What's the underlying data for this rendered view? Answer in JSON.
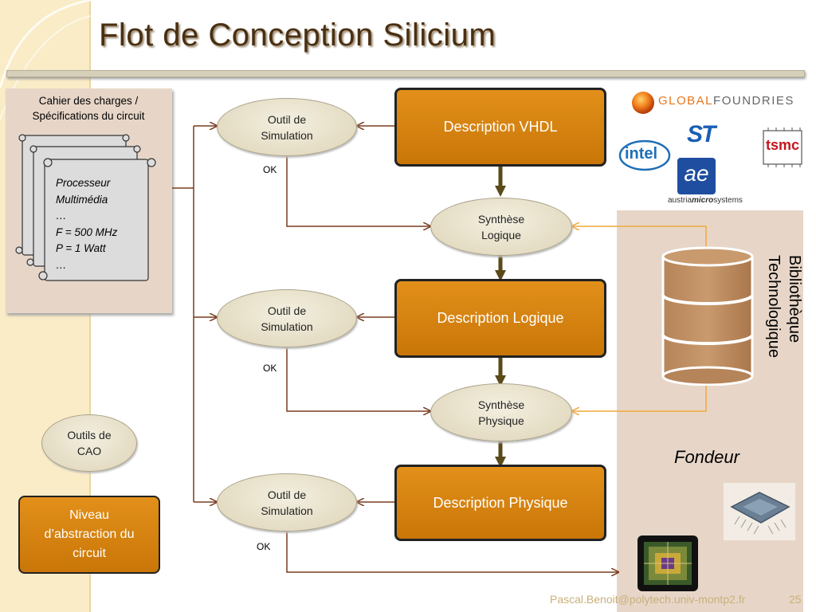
{
  "slide": {
    "title": "Flot de Conception Silicium",
    "footer_email": "Pascal.Benoit@polytech.univ-montp2.fr",
    "page_number": "25"
  },
  "spec": {
    "title_line1": "Cahier des charges /",
    "title_line2": "Spécifications du circuit",
    "lines": [
      "Processeur",
      "Multimédia",
      "…",
      "F = 500 MHz",
      "P = 1 Watt",
      "…"
    ]
  },
  "boxes": {
    "vhdl": "Description VHDL",
    "logique": "Description Logique",
    "physique": "Description Physique"
  },
  "ellipses": {
    "sim1": [
      "Outil de",
      "Simulation"
    ],
    "synth_logique": [
      "Synthèse",
      "Logique"
    ],
    "sim2": [
      "Outil de",
      "Simulation"
    ],
    "synth_physique": [
      "Synthèse",
      "Physique"
    ],
    "sim3": [
      "Outil de",
      "Simulation"
    ]
  },
  "ok_labels": [
    "OK",
    "OK",
    "OK"
  ],
  "legend": {
    "outils": [
      "Outils de",
      "CAO"
    ],
    "niveau": [
      "Niveau",
      "d’abstraction du",
      "circuit"
    ]
  },
  "founder": {
    "biblio_line1": "Bibliothèque",
    "biblio_line2": "Technologique",
    "label": "Fondeur"
  },
  "logos": {
    "globalfoundries_a": "GLOBAL",
    "globalfoundries_b": "FOUNDRIES",
    "st": "ST",
    "intel": "intel",
    "tsmc": "tsmc",
    "ams_mark": "ae",
    "ams_text_a": "austria",
    "ams_text_b": "micro",
    "ams_text_c": "systems"
  },
  "colors": {
    "box_fill": "#d7841a",
    "arrow_dark": "#5a4a1a",
    "arrow_brown": "#7a3b1e",
    "arrow_orange": "#f0a83a",
    "panel": "#e7d6c8",
    "title": "#4a2f12"
  }
}
